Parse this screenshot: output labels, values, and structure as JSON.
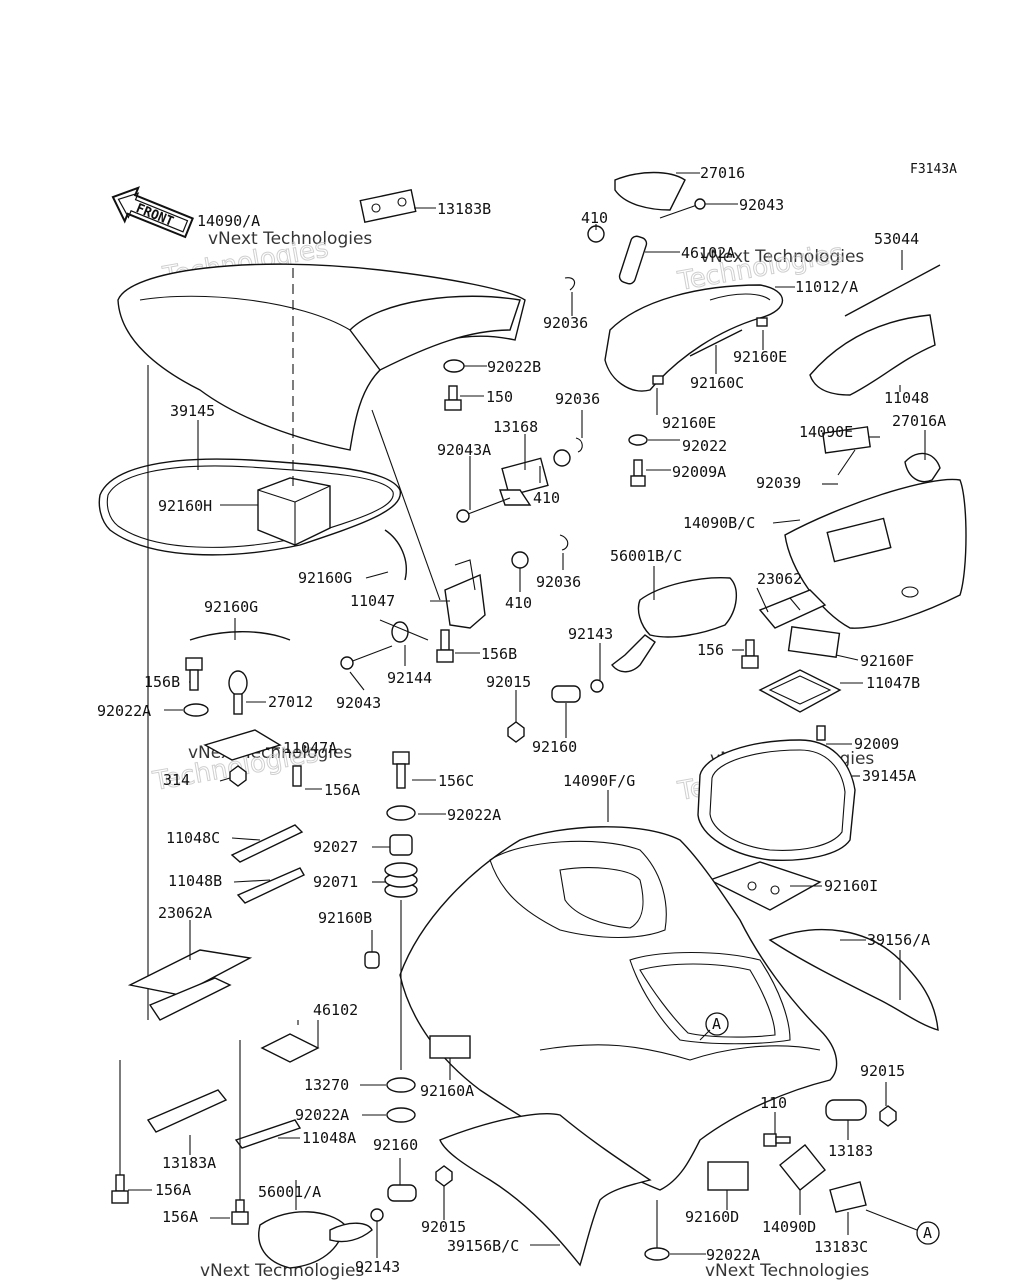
{
  "figure_code": "F3143A",
  "front_label": "FRONT",
  "watermark_lines": [
    "vNext",
    "vNext Technologies",
    "Technologies"
  ],
  "callout_A": "A",
  "labels": {
    "p14090A": "14090/A",
    "p13183B": "13183B",
    "p27016": "27016",
    "p92043_top": "92043",
    "p410_top": "410",
    "p46102A": "46102A",
    "p53044": "53044",
    "p11012A": "11012/A",
    "p92036_a": "92036",
    "p92022B": "92022B",
    "p92160E_a": "92160E",
    "p92160C": "92160C",
    "p11048_right": "11048",
    "p150": "150",
    "p39145": "39145",
    "p13168": "13168",
    "p92036_b": "92036",
    "p92160E_b": "92160E",
    "p14090E": "14090E",
    "p27016A": "27016A",
    "p92043A": "92043A",
    "p92022_mid": "92022",
    "p92009A": "92009A",
    "p410_mid": "410",
    "p92039": "92039",
    "p92160H": "92160H",
    "p14090BC": "14090B/C",
    "p92160G_a": "92160G",
    "p92036_c": "92036",
    "p56001BC": "56001B/C",
    "p23062": "23062",
    "p11047": "11047",
    "p410_low": "410",
    "p92160G_b": "92160G",
    "p92143_a": "92143",
    "p156": "156",
    "p92160F": "92160F",
    "p156B_a": "156B",
    "p156B_b": "156B",
    "p27012": "27012",
    "p92144": "92144",
    "p92015_a": "92015",
    "p11047B": "11047B",
    "p92022A_a": "92022A",
    "p92043_low": "92043",
    "p92160_a": "92160",
    "p92009": "92009",
    "p11047A": "11047A",
    "p314": "314",
    "p156A_a": "156A",
    "p156C": "156C",
    "p14090FG": "14090F/G",
    "p39145A": "39145A",
    "p92022A_b": "92022A",
    "p11048C": "11048C",
    "p92027": "92027",
    "p11048B": "11048B",
    "p92071": "92071",
    "p92160I": "92160I",
    "p23062A": "23062A",
    "p92160B": "92160B",
    "p39156A": "39156/A",
    "p46102": "46102",
    "p13270": "13270",
    "p92160A": "92160A",
    "p92015_b": "92015",
    "p110": "110",
    "p92022A_c": "92022A",
    "p11048A": "11048A",
    "p13183A": "13183A",
    "p13183": "13183",
    "p92160_b": "92160",
    "p56001A": "56001/A",
    "p156A_b": "156A",
    "p156A_c": "156A",
    "p92015_c": "92015",
    "p92160D": "92160D",
    "p14090D": "14090D",
    "p13183C": "13183C",
    "p92143_b": "92143",
    "p39156BC": "39156B/C",
    "p92022A_d": "92022A"
  }
}
